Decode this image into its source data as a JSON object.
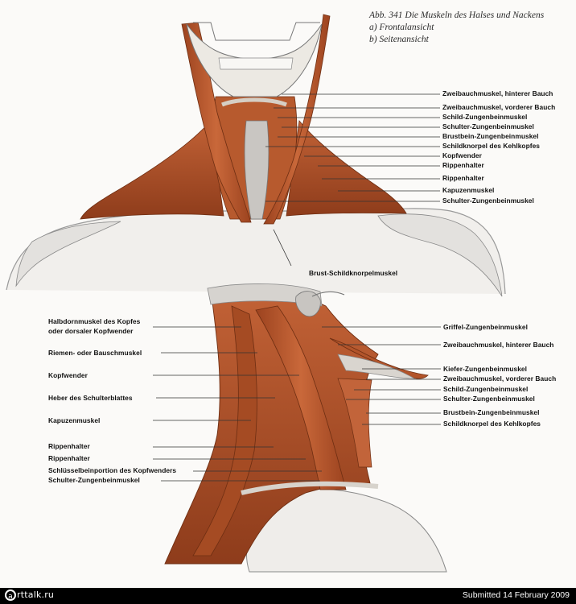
{
  "caption": {
    "line1": "Abb. 341   Die Muskeln des Halses und Nackens",
    "line2": "a) Frontalansicht",
    "line3": "b) Seitenansicht"
  },
  "front_labels": [
    "Zweibauchmuskel, hinterer Bauch",
    "Zweibauchmuskel, vorderer Bauch",
    "Schild-Zungenbeinmuskel",
    "Schulter-Zungenbeinmuskel",
    "Brustbein-Zungenbeinmuskel",
    "Schildknorpel des Kehlkopfes",
    "Kopfwender",
    "Rippenhalter",
    "Rippenhalter",
    "Kapuzenmuskel",
    "Schulter-Zungenbeinmuskel"
  ],
  "front_bottom_label": "Brust-Schildknorpelmuskel",
  "side_left_labels": [
    "Halbdornmuskel des Kopfes",
    "oder dorsaler Kopfwender",
    "Riemen- oder Bauschmuskel",
    "Kopfwender",
    "Heber des Schulterblattes",
    "Kapuzenmuskel",
    "Rippenhalter",
    "Rippenhalter",
    "Schlüsselbeinportion des Kopfwenders",
    "Schulter-Zungenbeinmuskel"
  ],
  "side_right_labels": [
    "Griffel-Zungenbeinmuskel",
    "Zweibauchmuskel, hinterer Bauch",
    "Kiefer-Zungenbeinmuskel",
    "Zweibauchmuskel, vorderer Bauch",
    "Schild-Zungenbeinmuskel",
    "Schulter-Zungenbeinmuskel",
    "Brustbein-Zungenbeinmuskel",
    "Schildknorpel des Kehlkopfes"
  ],
  "footer": {
    "logo_symbol": "a",
    "logo_text": "rttalk.ru",
    "submitted": "Submitted 14 February 2009"
  },
  "colors": {
    "muscle": "#b8582c",
    "muscle_light": "#d98a5a",
    "muscle_dark": "#8a3a1a",
    "bone": "#e9e6df",
    "sketch": "#8a8a8a"
  }
}
